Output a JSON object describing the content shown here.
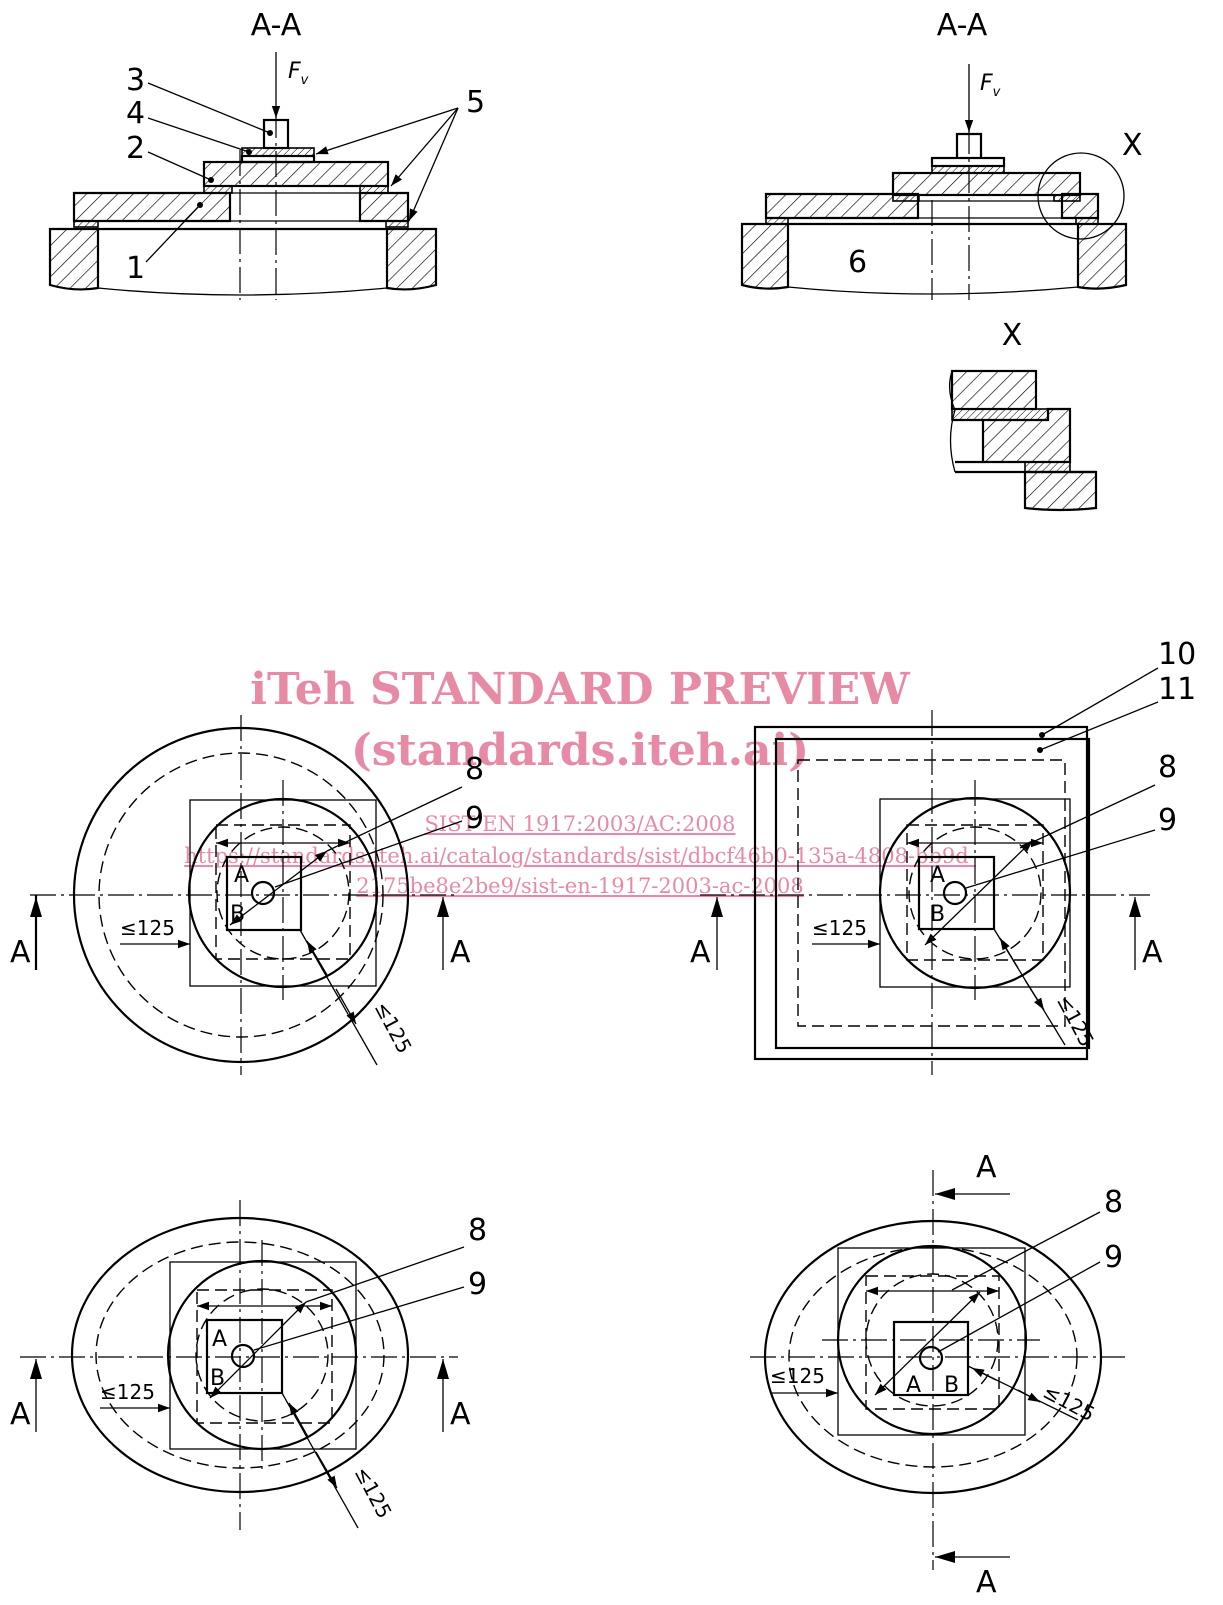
{
  "section_labels": {
    "section_aa_left": "A-A",
    "section_aa_right": "A-A",
    "detail_x_ref": "X",
    "detail_x_title": "X"
  },
  "force_label": {
    "symbol": "F",
    "subscript": "v"
  },
  "part_numbers": {
    "p1": "1",
    "p2": "2",
    "p3": "3",
    "p4": "4",
    "p5": "5",
    "p6": "6",
    "p8a": "8",
    "p9a": "9",
    "p10": "10",
    "p11": "11",
    "p8b": "8",
    "p9b": "9",
    "p8c": "8",
    "p9c": "9",
    "p8d": "8",
    "p9d": "9"
  },
  "section_marks": {
    "a1l": "A",
    "a1r": "A",
    "a2l": "A",
    "a2r": "A",
    "a3l": "A",
    "a3r": "A",
    "a4t": "A",
    "a4b": "A"
  },
  "point_labels": {
    "v1a": "A",
    "v1b": "B",
    "v2a": "A",
    "v2b": "B",
    "v3a": "A",
    "v3b": "B",
    "v4a": "A",
    "v4b": "B"
  },
  "dimensions": {
    "d1h": "≤125",
    "d1d": "≤125",
    "d2h": "≤125",
    "d2d": "≤125",
    "d3h": "≤125",
    "d3d": "≤125",
    "d4h": "≤125",
    "d4d": "≤125"
  },
  "watermark": {
    "title": "iTeh STANDARD PREVIEW",
    "subtitle": "(standards.iteh.ai)",
    "code": "SIST EN 1917:2003/AC:2008",
    "url_line1": "https://standards.iteh.ai/catalog/standards/sist/dbcf46b0-135a-4808-bb9d-",
    "url_line2": "2175be8e2be9/sist-en-1917-2003-ac-2008",
    "color": "#e78aa6"
  }
}
